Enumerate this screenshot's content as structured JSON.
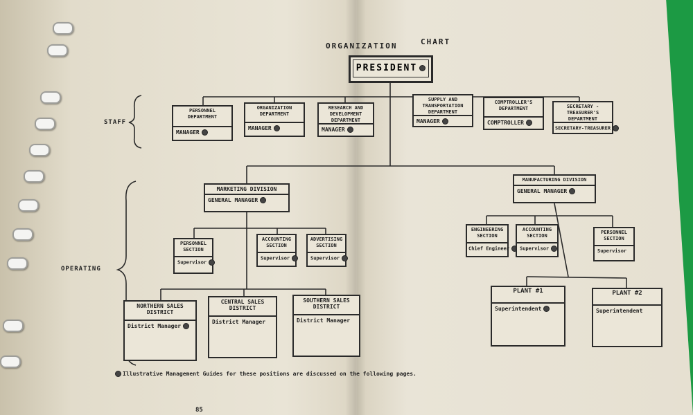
{
  "chart": {
    "title_left": "ORGANIZATION",
    "title_right": "CHART",
    "president": "PRESIDENT"
  },
  "groups": {
    "staff": "STAFF",
    "operating": "OPERATING"
  },
  "staff_units": [
    {
      "dept": "PERSONNEL\nDEPARTMENT",
      "role": "MANAGER",
      "mark": true
    },
    {
      "dept": "ORGANIZATION\nDEPARTMENT",
      "role": "MANAGER",
      "mark": true
    },
    {
      "dept": "RESEARCH AND\nDEVELOPMENT\nDEPARTMENT",
      "role": "MANAGER",
      "mark": true
    },
    {
      "dept": "SUPPLY AND\nTRANSPORTATION\nDEPARTMENT",
      "role": "MANAGER",
      "mark": true
    },
    {
      "dept": "COMPTROLLER'S\nDEPARTMENT",
      "role": "COMPTROLLER",
      "mark": true
    },
    {
      "dept": "SECRETARY -\nTREASURER'S\nDEPARTMENT",
      "role": "SECRETARY-TREASURER",
      "mark": true
    }
  ],
  "marketing": {
    "division": "MARKETING DIVISION",
    "head": "GENERAL MANAGER",
    "sections": [
      {
        "name": "PERSONNEL\nSECTION",
        "role": "Supervisor"
      },
      {
        "name": "ACCOUNTING\nSECTION",
        "role": "Supervisor"
      },
      {
        "name": "ADVERTISING\nSECTION",
        "role": "Supervisor"
      }
    ],
    "districts": [
      {
        "name": "NORTHERN SALES\nDISTRICT",
        "role": "District Manager"
      },
      {
        "name": "CENTRAL SALES\nDISTRICT",
        "role": "District Manager"
      },
      {
        "name": "SOUTHERN SALES\nDISTRICT",
        "role": "District Manager"
      }
    ]
  },
  "manufacturing": {
    "division": "MANUFACTURING DIVISION",
    "head": "GENERAL MANAGER",
    "sections": [
      {
        "name": "ENGINEERING\nSECTION",
        "role": "Chief Engineer"
      },
      {
        "name": "ACCOUNTING\nSECTION",
        "role": "Supervisor"
      },
      {
        "name": "PERSONNEL\nSECTION",
        "role": "Supervisor"
      }
    ],
    "plants": [
      {
        "name": "PLANT #1",
        "role": "Superintendent"
      },
      {
        "name": "PLANT #2",
        "role": "Superintendent"
      }
    ]
  },
  "footnote": "Illustrative Management Guides for these positions are discussed on the following pages.",
  "page_number": "85",
  "colors": {
    "ink": "#2a2a2a",
    "paper": "#e9e4d6",
    "background": "#1c9a44"
  }
}
